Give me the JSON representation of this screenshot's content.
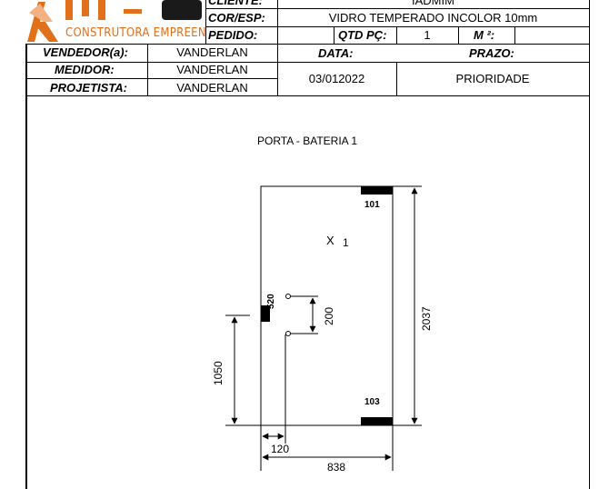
{
  "logo": {
    "company_line": "CONSTRUTORA EMPREENDIMENTOS"
  },
  "header": {
    "cliente_label": "CLIENTE:",
    "cliente_value": "IADMIM",
    "cor_esp_label": "COR/ESP:",
    "cor_esp_value": "VIDRO TEMPERADO INCOLOR 10mm",
    "pedido_label": "PEDIDO:",
    "qtd_label": "QTD PÇ:",
    "qtd_value": "1",
    "m2_label": "M ²:",
    "vendedor_label": "VENDEDOR(a):",
    "vendedor_value": "VANDERLAN",
    "medidor_label": "MEDIDOR:",
    "medidor_value": "VANDERLAN",
    "projetista_label": "PROJETISTA:",
    "projetista_value": "VANDERLAN",
    "data_label": "DATA:",
    "data_value": "03/012022",
    "prazo_label": "PRAZO:",
    "prazo_value": "PRIORIDADE"
  },
  "drawing": {
    "title": "PORTA - BATERIA 1",
    "mark_label": "X",
    "mark_qty": "1",
    "hardware_top": "101",
    "hardware_bottom": "103",
    "hardware_side": "520",
    "dim_height": "2037",
    "dim_handle_spacing": "200",
    "dim_handle_height": "1050",
    "dim_handle_offset": "120",
    "dim_width": "838"
  },
  "colors": {
    "logo_orange": "#e2701a",
    "line": "#000000"
  }
}
